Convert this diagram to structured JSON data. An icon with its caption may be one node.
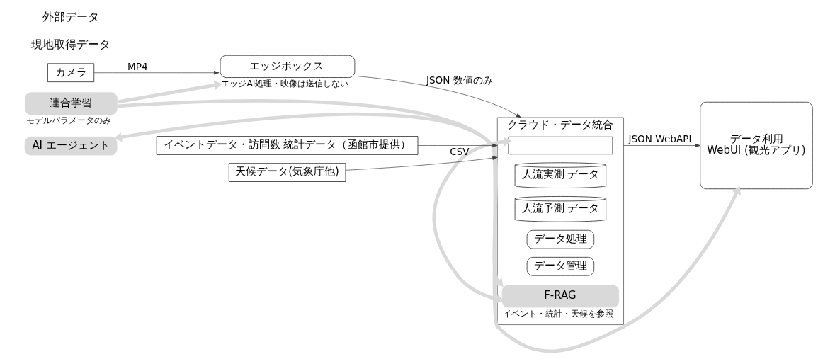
{
  "diagram": {
    "nodes": [
      {
        "text": [
          "カメラ"
        ]
      },
      {
        "text": [
          "エッジボックス"
        ],
        "beside": [
          "エッジAI処理・映像は送信しない"
        ]
      },
      {
        "text": [
          "クラウド・データ統合"
        ]
      },
      {
        "text": [],
        "shape": "box",
        "in": 2
      },
      {
        "text": [
          "人流実測 データ"
        ],
        "in": 2
      },
      {
        "text": [
          "人流予測 データ"
        ],
        "in": 2
      },
      {
        "text": [
          "連合学習"
        ],
        "beside": [
          "モデルパラメータのみ"
        ]
      },
      {
        "text": [
          "データ利用",
          "WebUI (観光アプリ)"
        ]
      },
      {
        "text": [
          "イベントデータ・訪問数 統計データ（函館市提供）"
        ]
      },
      {
        "text": [
          "天候データ(気象庁他)"
        ]
      },
      {
        "text": [
          "データ処理"
        ],
        "in": 2
      },
      {
        "text": [
          "データ管理"
        ],
        "in": 2
      },
      {
        "text": [
          "F-RAG"
        ],
        "in": 2,
        "beside": [
          "イベント・統計・天候を参照"
        ]
      },
      {
        "text": [
          "AI エージェント"
        ]
      }
    ],
    "edges": [
      {
        "from": 0,
        "to": 1,
        "arrow": "to",
        "label": "MP4"
      },
      {
        "from": 1,
        "to": 2,
        "arrow": "to",
        "label": "JSON 数値のみ"
      },
      {
        "from": 6,
        "to": 1,
        "arrow": "to",
        "style": "thick",
        "color": "#d9d9d9"
      },
      {
        "from": 6,
        "to": 7,
        "arrow": "to",
        "style": "thick",
        "color": "#d9d9d9"
      },
      {
        "from": 2,
        "to": 7,
        "arrow": "to",
        "label": "JSON WebAPI"
      },
      {
        "from": 8,
        "to": 2,
        "arrow": "to"
      },
      {
        "from": 9,
        "to": 2,
        "arrow": "to",
        "label": "CSV"
      },
      {
        "from": 12,
        "to": 3,
        "arrow": "both",
        "style": "thick",
        "color": "#d9d9d9"
      },
      {
        "from": 12,
        "to": 13,
        "arrow": "both",
        "style": "thick",
        "color": "#d9d9d9"
      }
    ],
    "labels": [
      "現地取得データ",
      "外部データ"
    ]
  }
}
